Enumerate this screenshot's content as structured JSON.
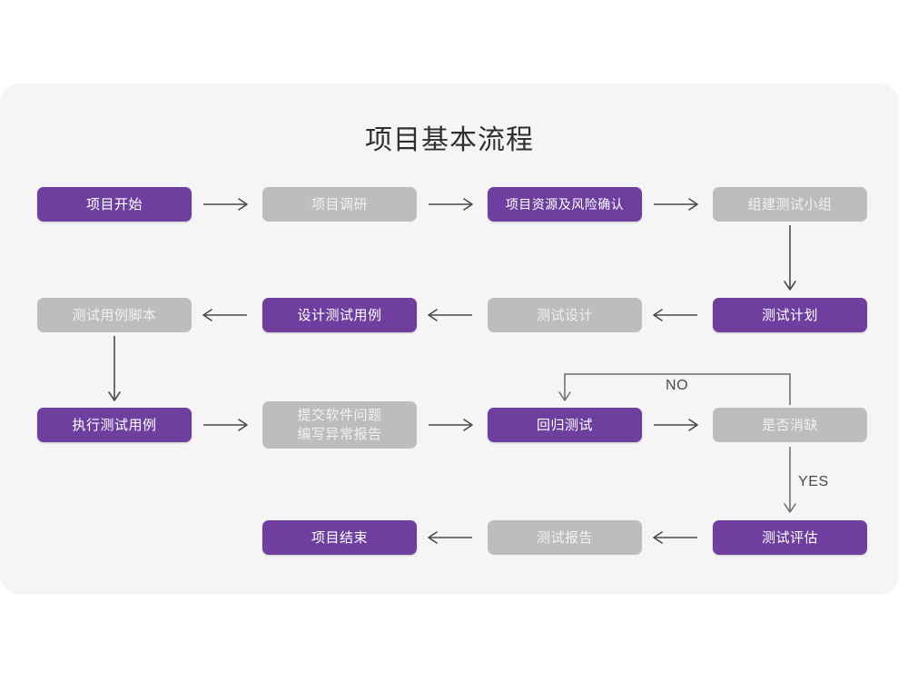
{
  "canvas": {
    "background_color": "#f5f5f6",
    "page_background": "#ffffff"
  },
  "title": "项目基本流程",
  "palette": {
    "accent_purple": "#6e3f9e",
    "muted_gray": "#bdbdbd",
    "arrow": "#4a4a4a",
    "title_text": "#2f2f2f"
  },
  "nodes": [
    {
      "id": "n1",
      "label": "项目开始",
      "style": "purple",
      "row": 1,
      "col": 1
    },
    {
      "id": "n2",
      "label": "项目调研",
      "style": "gray",
      "row": 1,
      "col": 2
    },
    {
      "id": "n3",
      "label": "项目资源及风险确认",
      "style": "purple",
      "row": 1,
      "col": 3
    },
    {
      "id": "n4",
      "label": "组建测试小组",
      "style": "gray",
      "row": 1,
      "col": 4
    },
    {
      "id": "n5",
      "label": "测试用例脚本",
      "style": "gray",
      "row": 2,
      "col": 1
    },
    {
      "id": "n6",
      "label": "设计测试用例",
      "style": "purple",
      "row": 2,
      "col": 2
    },
    {
      "id": "n7",
      "label": "测试设计",
      "style": "gray",
      "row": 2,
      "col": 3
    },
    {
      "id": "n8",
      "label": "测试计划",
      "style": "purple",
      "row": 2,
      "col": 4
    },
    {
      "id": "n9",
      "label": "执行测试用例",
      "style": "purple",
      "row": 3,
      "col": 1
    },
    {
      "id": "n10",
      "label": "提交软件问题\n编写异常报告",
      "style": "gray",
      "row": 3,
      "col": 2
    },
    {
      "id": "n11",
      "label": "回归测试",
      "style": "purple",
      "row": 3,
      "col": 3
    },
    {
      "id": "n12",
      "label": "是否消缺",
      "style": "gray",
      "row": 3,
      "col": 4
    },
    {
      "id": "n13",
      "label": "项目结束",
      "style": "purple",
      "row": 4,
      "col": 2
    },
    {
      "id": "n14",
      "label": "测试报告",
      "style": "gray",
      "row": 4,
      "col": 3
    },
    {
      "id": "n15",
      "label": "测试评估",
      "style": "purple",
      "row": 4,
      "col": 4
    }
  ],
  "edge_labels": {
    "no": "NO",
    "yes": "YES"
  },
  "edges": [
    {
      "from": "n1",
      "to": "n2",
      "label": ""
    },
    {
      "from": "n2",
      "to": "n3",
      "label": ""
    },
    {
      "from": "n3",
      "to": "n4",
      "label": ""
    },
    {
      "from": "n4",
      "to": "n8",
      "label": ""
    },
    {
      "from": "n8",
      "to": "n7",
      "label": ""
    },
    {
      "from": "n7",
      "to": "n6",
      "label": ""
    },
    {
      "from": "n6",
      "to": "n5",
      "label": ""
    },
    {
      "from": "n5",
      "to": "n9",
      "label": ""
    },
    {
      "from": "n9",
      "to": "n10",
      "label": ""
    },
    {
      "from": "n10",
      "to": "n11",
      "label": ""
    },
    {
      "from": "n11",
      "to": "n12",
      "label": ""
    },
    {
      "from": "n12",
      "to": "n11",
      "label": "NO"
    },
    {
      "from": "n12",
      "to": "n15",
      "label": "YES"
    },
    {
      "from": "n15",
      "to": "n14",
      "label": ""
    },
    {
      "from": "n14",
      "to": "n13",
      "label": ""
    }
  ]
}
